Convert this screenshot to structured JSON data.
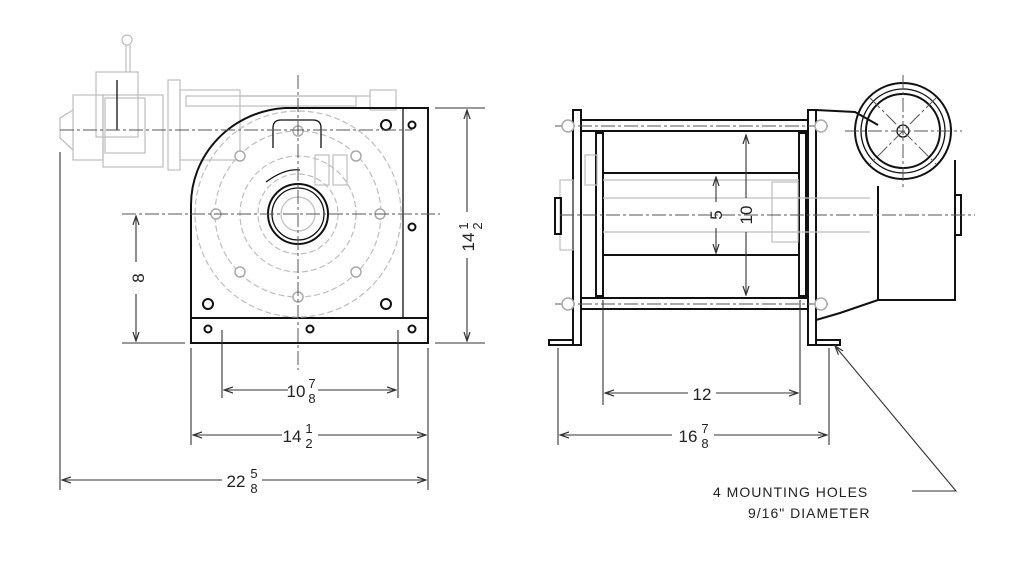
{
  "front_view": {
    "dim_center_height": {
      "whole": "8"
    },
    "dim_overall_height": {
      "whole": "14",
      "num": "1",
      "den": "2"
    },
    "dim_bolt_spacing": {
      "whole": "10",
      "num": "7",
      "den": "8"
    },
    "dim_base_width": {
      "whole": "14",
      "num": "1",
      "den": "2"
    },
    "dim_overall_length": {
      "whole": "22",
      "num": "5",
      "den": "8"
    }
  },
  "side_view": {
    "dim_core_dia": {
      "whole": "5"
    },
    "dim_flange_dia": {
      "whole": "10"
    },
    "dim_drum_length": {
      "whole": "12"
    },
    "dim_overall_width": {
      "whole": "16",
      "num": "7",
      "den": "8"
    }
  },
  "note": {
    "line1": "4 MOUNTING HOLES",
    "line2": "9/16\" DIAMETER"
  }
}
